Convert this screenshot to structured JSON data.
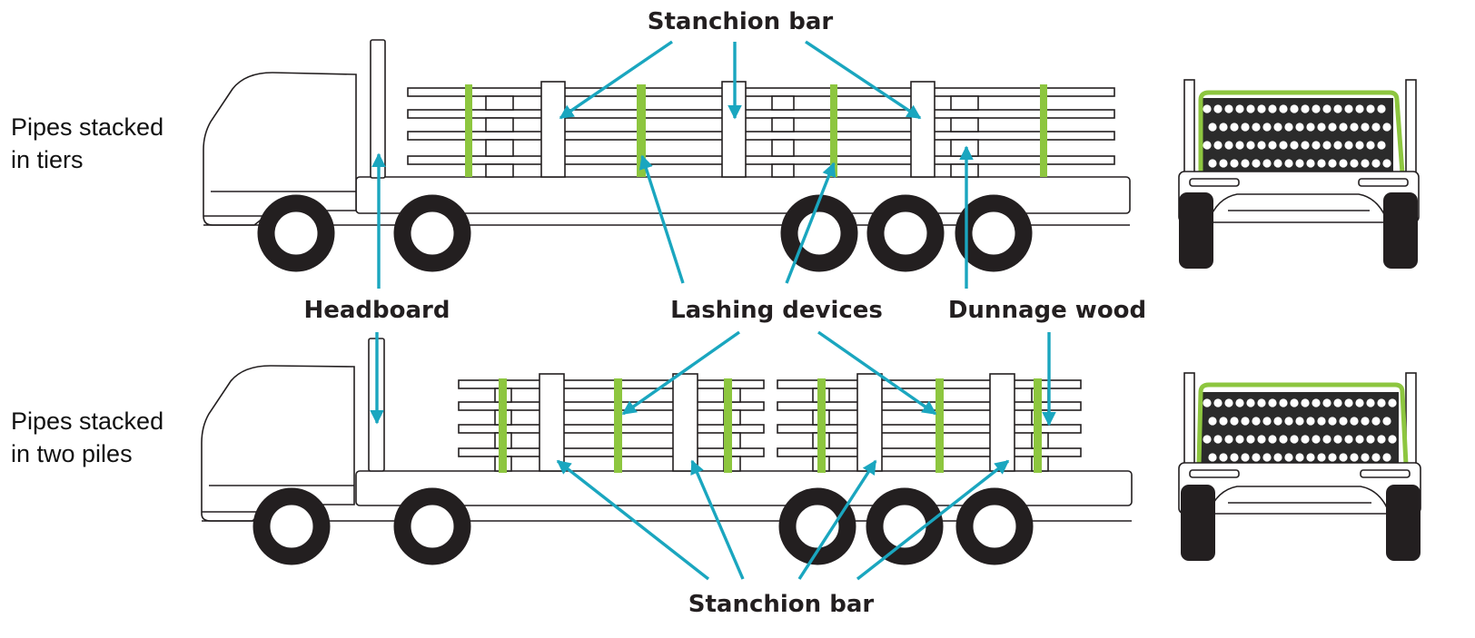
{
  "side_labels": {
    "tiers_line1": "Pipes stacked",
    "tiers_line2": "in tiers",
    "piles_line1": "Pipes stacked",
    "piles_line2": "in two piles"
  },
  "callouts": {
    "stanchion_top": "Stanchion bar",
    "headboard": "Headboard",
    "lashing": "Lashing devices",
    "dunnage": "Dunnage wood",
    "stanchion_bottom": "Stanchion bar"
  },
  "colors": {
    "arrow": "#1aa6bf",
    "lashing": "#8dc63f",
    "outline": "#231f20",
    "tire": "#231f20",
    "pipe_cross_section": "#2b2b2b"
  },
  "icons": {
    "truck_tiers": "flatbed-truck-side-icon",
    "truck_piles": "flatbed-truck-side-icon",
    "rear_tiers": "truck-rear-view-icon",
    "rear_piles": "truck-rear-view-icon"
  }
}
